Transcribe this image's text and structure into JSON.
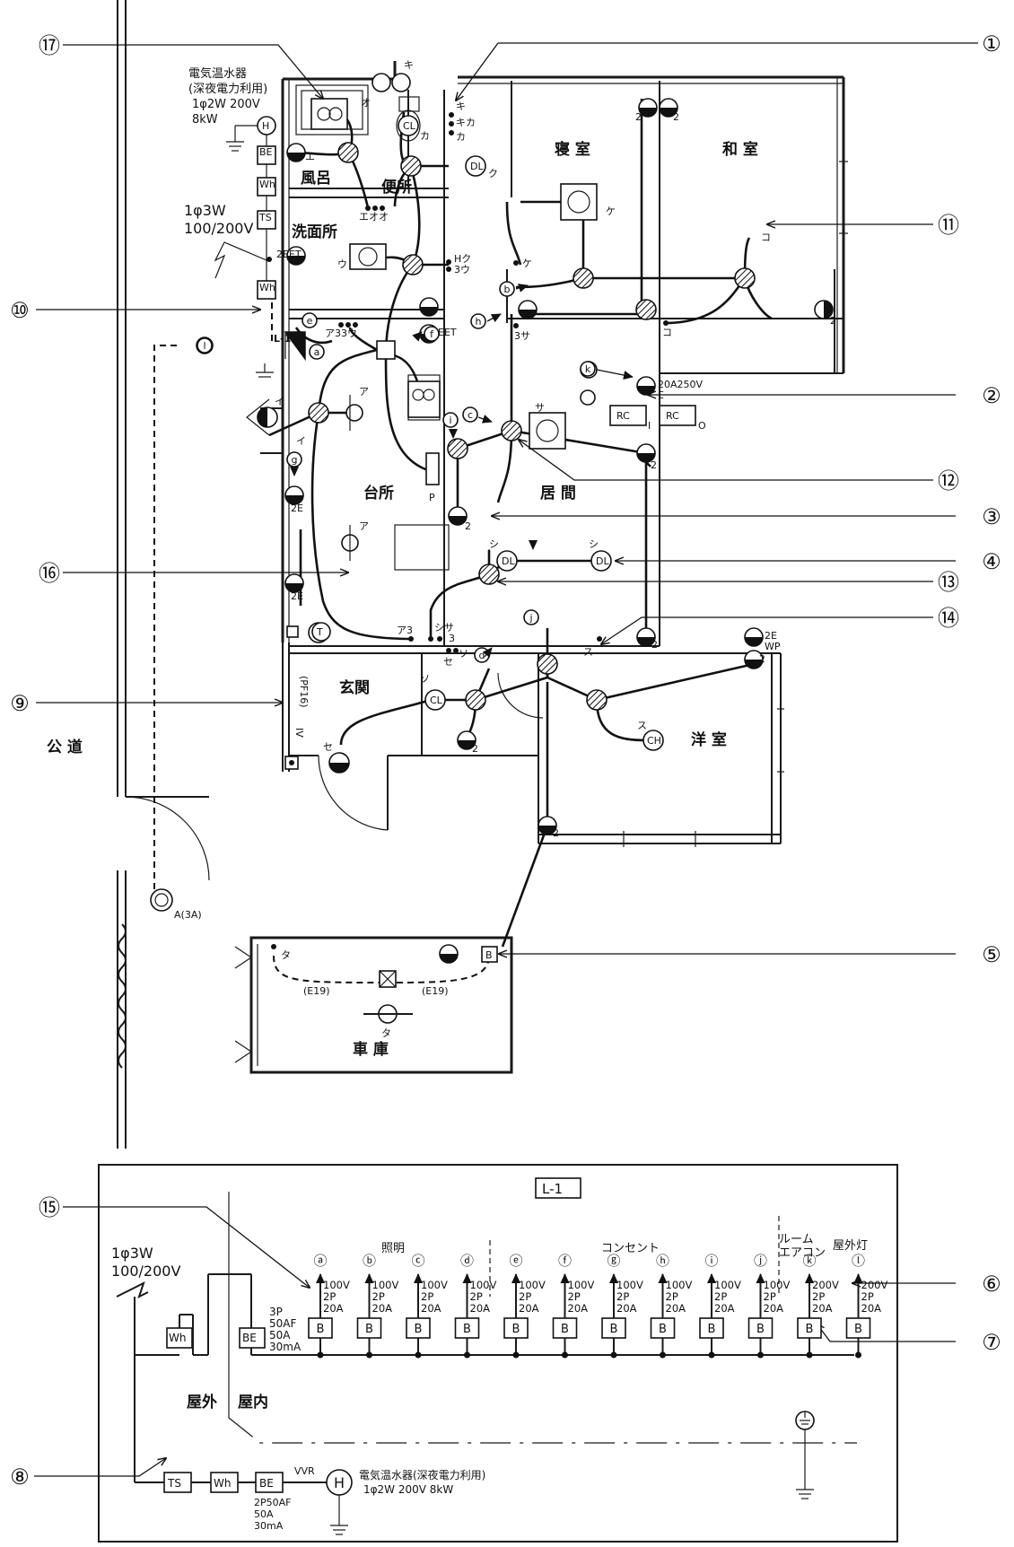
{
  "rooms": {
    "bath": "風呂",
    "toilet": "便所",
    "washroom": "洗面所",
    "bedroom": "寝 室",
    "japanese_room": "和 室",
    "kitchen": "台所",
    "living": "居 間",
    "entrance": "玄関",
    "western_room": "洋 室",
    "garage": "車 庫",
    "road": "公 道"
  },
  "water_heater": {
    "title": "電気温水器",
    "sub": "(深夜電力利用)",
    "spec1": "1φ2W 200V",
    "spec2": "8kW"
  },
  "service": {
    "line1": "1φ3W",
    "line2": "100/200V"
  },
  "callouts": [
    "①",
    "②",
    "③",
    "④",
    "⑤",
    "⑥",
    "⑦",
    "⑧",
    "⑨",
    "⑩",
    "⑪",
    "⑫",
    "⑬",
    "⑭",
    "⑮",
    "⑯",
    "⑰"
  ],
  "plan_labels": {
    "l1": "L-1",
    "outlet_2eet": "2EET",
    "eet": "EET",
    "ac_outlet": "20A250V",
    "e": "E",
    "rc": "RC",
    "rc_i": "I",
    "rc_o": "O",
    "wp_2e": "2E",
    "wp": "WP",
    "two": "2",
    "two_e": "2E",
    "pf16": "(PF16)",
    "iv": "IV",
    "e19": "(E19)",
    "a3a": "A(3A)",
    "p": "P",
    "dl": "DL",
    "cl": "CL",
    "ch": "CH",
    "t": "T",
    "b": "B",
    "h": "H",
    "wh": "Wh",
    "be": "BE",
    "ts": "TS",
    "x3u": "ア33ウ",
    "eoo": "エオオ",
    "hk": "Hク",
    "3u": "3ウ",
    "kika": "キ",
    "ki": "キ",
    "ka": "カ",
    "kika2": "キカ",
    "ku": "ク",
    "ke": "ケ",
    "ko": "コ",
    "sa": "サ",
    "3sa": "3サ",
    "shi": "シ",
    "su": "ス",
    "se": "セ",
    "so": "ソ",
    "ta": "タ",
    "a": "ア",
    "a3": "ア3",
    "shisa": "シサ",
    "sa3": "3",
    "i": "イ",
    "u": "ウ",
    "o": "オ",
    "eh": "エ"
  },
  "circuit_letters": [
    "a",
    "b",
    "c",
    "d",
    "e",
    "f",
    "g",
    "h",
    "i",
    "j",
    "k",
    "l"
  ],
  "panel": {
    "title": "L-1",
    "group_lighting": "照明",
    "group_outlet": "コンセント",
    "group_ac1": "ルーム",
    "group_ac2": "エアコン",
    "group_outdoor": "屋外灯",
    "service1": "1φ3W",
    "service2": "100/200V",
    "outdoor": "屋外",
    "indoor": "屋内",
    "main_breaker": [
      "3P",
      "50AF",
      "50A",
      "30mA"
    ],
    "sub_breaker": [
      "2P50AF",
      "50A",
      "30mA"
    ],
    "vvr": "VVR",
    "heater": "電気温水器(深夜電力利用)",
    "heater_spec": "1φ2W 200V 8kW",
    "wh": "Wh",
    "be": "BE",
    "ts": "TS",
    "h": "H",
    "circuits": [
      {
        "l": "ⓐ",
        "v": "100V",
        "p": "2P",
        "a": "20A"
      },
      {
        "l": "ⓑ",
        "v": "100V",
        "p": "2P",
        "a": "20A"
      },
      {
        "l": "ⓒ",
        "v": "100V",
        "p": "2P",
        "a": "20A"
      },
      {
        "l": "ⓓ",
        "v": "100V",
        "p": "2P",
        "a": "20A"
      },
      {
        "l": "ⓔ",
        "v": "100V",
        "p": "2P",
        "a": "20A"
      },
      {
        "l": "ⓕ",
        "v": "100V",
        "p": "2P",
        "a": "20A"
      },
      {
        "l": "ⓖ",
        "v": "100V",
        "p": "2P",
        "a": "20A"
      },
      {
        "l": "ⓗ",
        "v": "100V",
        "p": "2P",
        "a": "20A"
      },
      {
        "l": "ⓘ",
        "v": "100V",
        "p": "2P",
        "a": "20A"
      },
      {
        "l": "ⓙ",
        "v": "100V",
        "p": "2P",
        "a": "20A"
      },
      {
        "l": "ⓚ",
        "v": "200V",
        "p": "2P",
        "a": "20A"
      },
      {
        "l": "ⓛ",
        "v": "200V",
        "p": "2P",
        "a": "20A"
      }
    ]
  }
}
